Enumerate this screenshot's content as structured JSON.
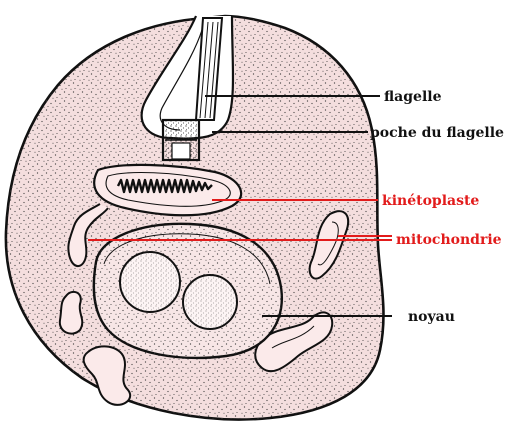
{
  "labels": [
    {
      "key": "flagelle",
      "text": "flagelle",
      "color": "#111111"
    },
    {
      "key": "poche",
      "text": "poche du flagelle",
      "color": "#111111"
    },
    {
      "key": "kineto",
      "text": "kinétoplaste",
      "color": "#e21b1b"
    },
    {
      "key": "mito",
      "text": "mitochondrie",
      "color": "#e21b1b"
    },
    {
      "key": "noyau",
      "text": "noyau",
      "color": "#111111"
    }
  ],
  "colors": {
    "cytoplasm": "#f4dede",
    "outline": "#111111",
    "stipple": "#3a3a3a",
    "label_black": "#111111",
    "label_red": "#e21b1b"
  }
}
